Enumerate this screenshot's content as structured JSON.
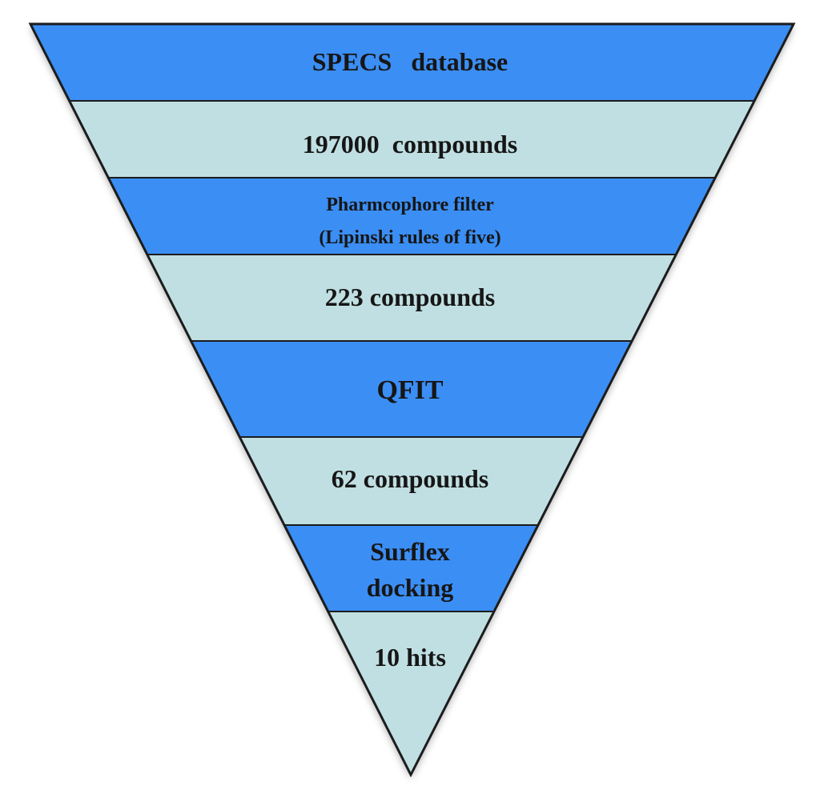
{
  "colors": {
    "dark_band": "#3a8ef4",
    "light_band": "#c0dfe2",
    "outline": "#1c1c1c"
  },
  "stages": [
    {
      "label": "SPECS   database",
      "tone": "dark"
    },
    {
      "label": "197000  compounds",
      "tone": "light"
    },
    {
      "label": "Pharmcophore filter\n(Lipinski rules of five)",
      "tone": "dark"
    },
    {
      "label": "223 compounds",
      "tone": "light"
    },
    {
      "label": "QFIT",
      "tone": "dark"
    },
    {
      "label": "62 compounds",
      "tone": "light"
    },
    {
      "label": "Surflex\ndocking",
      "tone": "dark"
    },
    {
      "label": "10 hits",
      "tone": "light"
    }
  ]
}
